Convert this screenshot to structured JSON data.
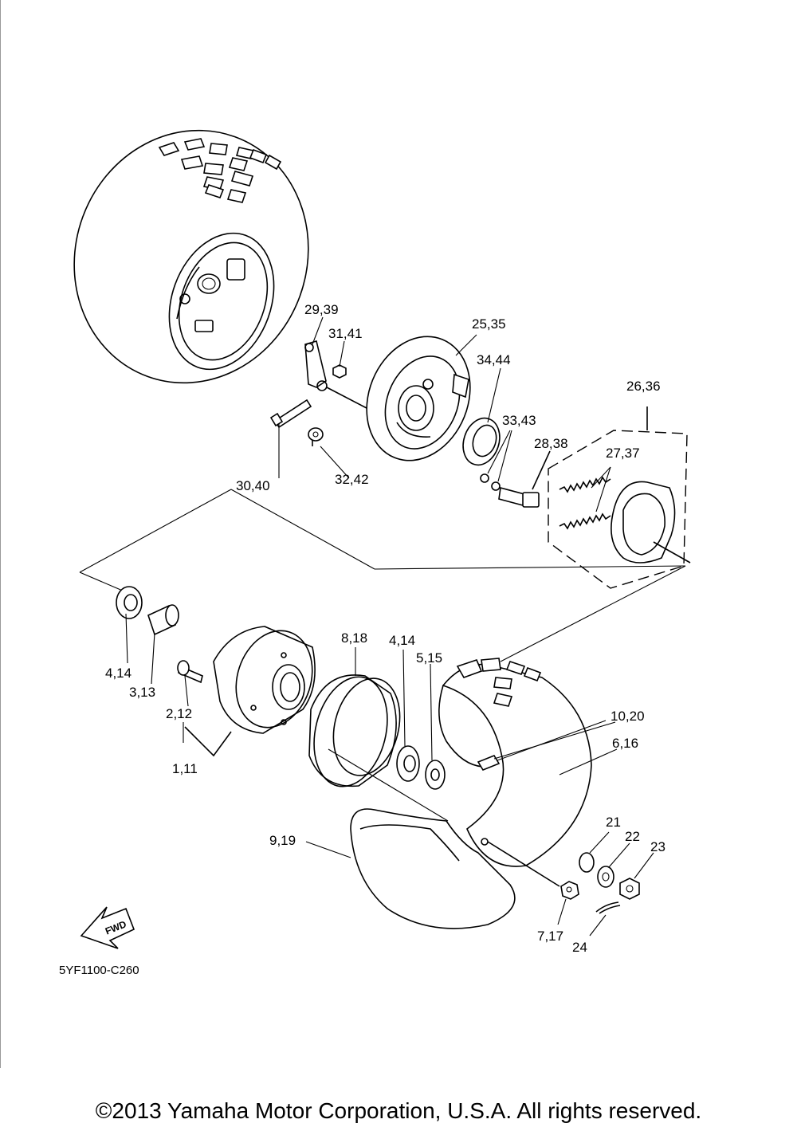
{
  "diagram_id": "5YF1100-C260",
  "copyright": "©2013 Yamaha Motor Corporation, U.S.A. All rights reserved.",
  "fwd_label": "FWD",
  "callouts": {
    "c29_39": "29,39",
    "c31_41": "31,41",
    "c25_35": "25,35",
    "c34_44": "34,44",
    "c26_36": "26,36",
    "c33_43": "33,43",
    "c28_38": "28,38",
    "c27_37": "27,37",
    "c30_40": "30,40",
    "c32_42": "32,42",
    "c4_14a": "4,14",
    "c3_13": "3,13",
    "c8_18": "8,18",
    "c4_14b": "4,14",
    "c5_15": "5,15",
    "c2_12": "2,12",
    "c1_11": "1,11",
    "c10_20": "10,20",
    "c6_16": "6,16",
    "c9_19": "9,19",
    "c21": "21",
    "c22": "22",
    "c23": "23",
    "c7_17": "7,17",
    "c24": "24"
  }
}
